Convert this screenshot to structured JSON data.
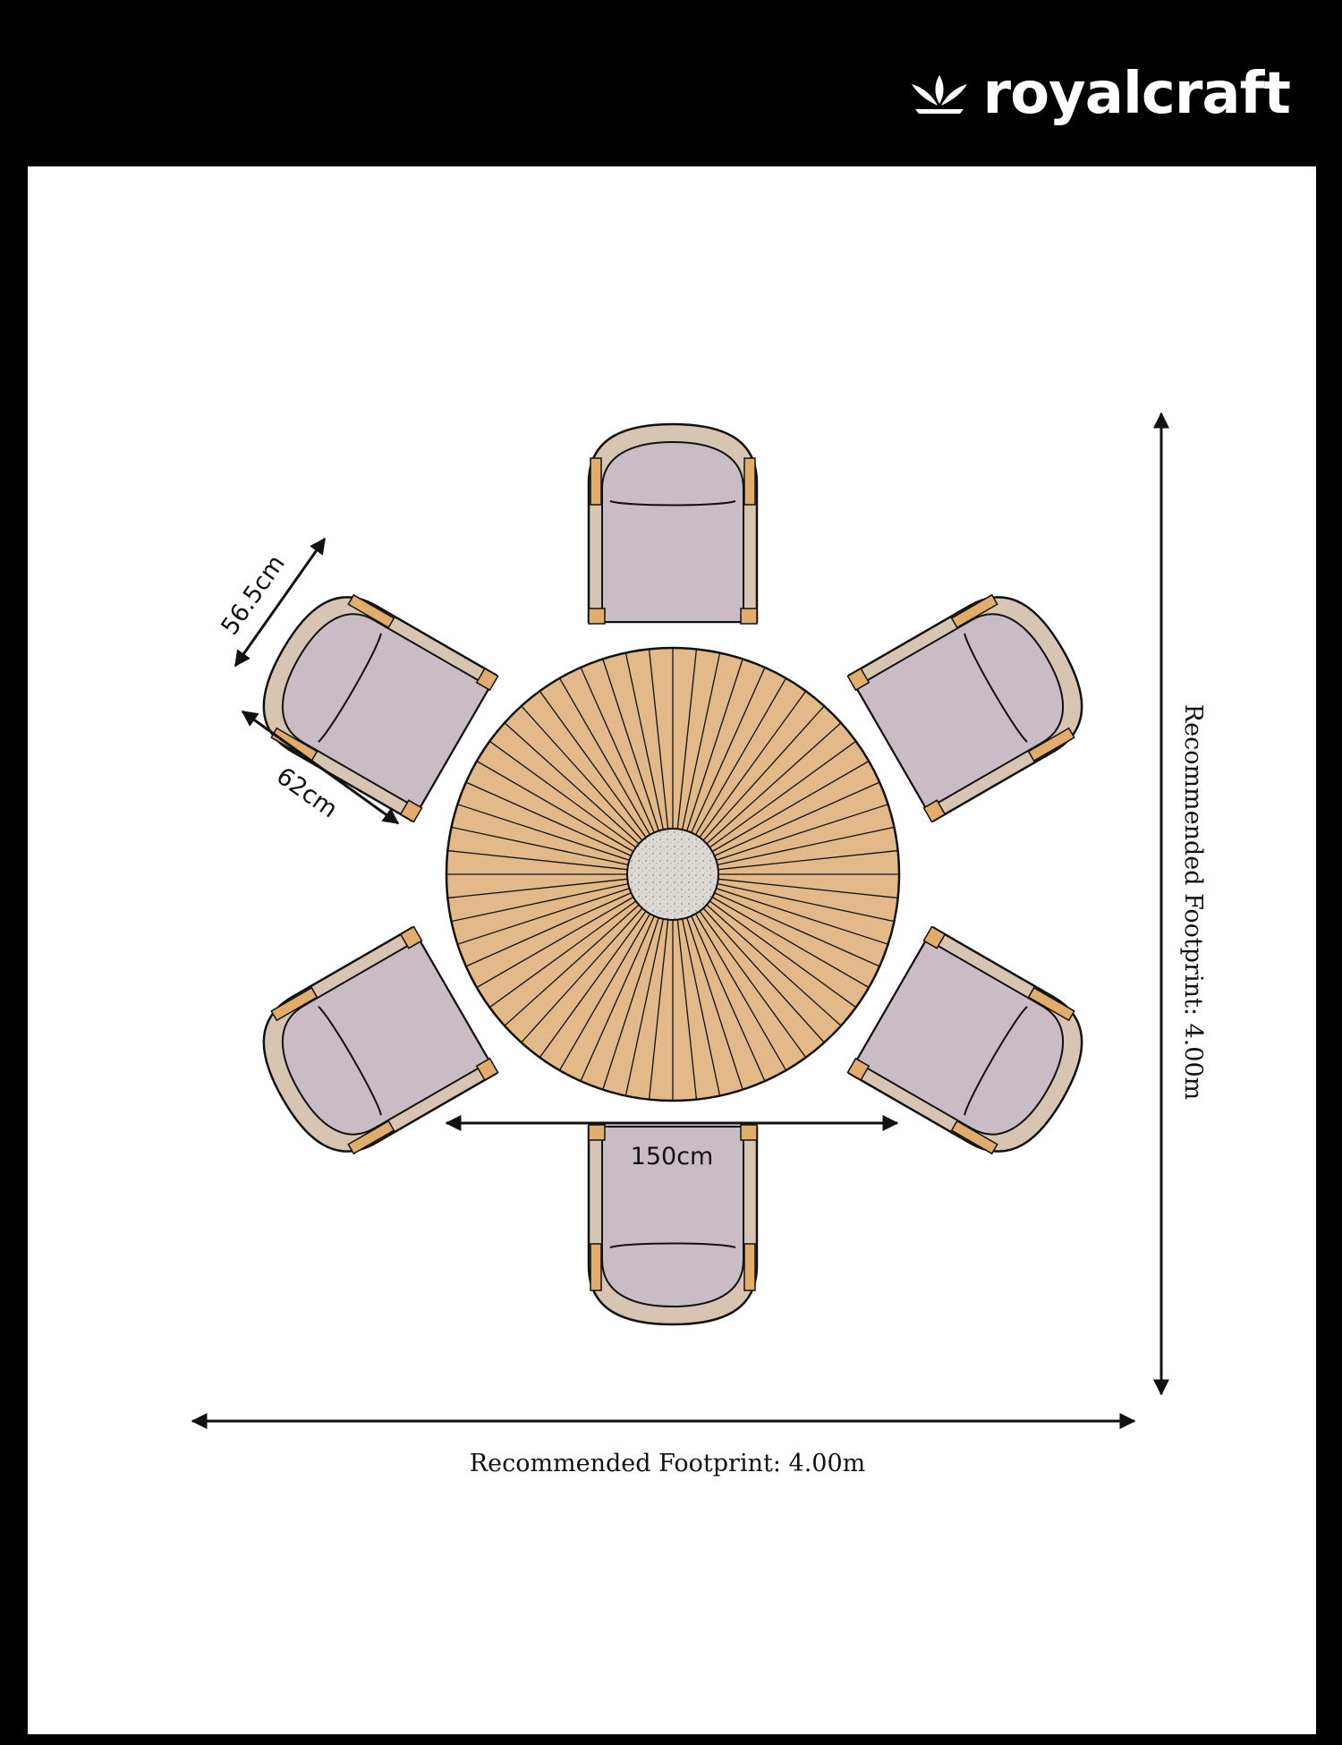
{
  "brand": {
    "name": "royalcraft",
    "icon": "crown-leaf-icon"
  },
  "colors": {
    "frame": "#000000",
    "panel": "#ffffff",
    "table_wood": "#e3b98a",
    "table_center": "#d9d6d2",
    "chair_frame": "#d8c4b3",
    "chair_cushion": "#c9bcc4",
    "chair_wood": "#e2ad6c",
    "line": "#111111"
  },
  "dimensions": {
    "chair_depth": "56.5cm",
    "chair_width": "62cm",
    "table_diameter": "150cm",
    "footprint_horizontal": "Recommended Footprint: 4.00m",
    "footprint_vertical": "Recommended Footprint: 4.00m"
  },
  "table": {
    "slat_count": 60
  },
  "chairs": [
    {
      "name": "top",
      "angle": 0
    },
    {
      "name": "top-right",
      "angle": 60
    },
    {
      "name": "bottom-right",
      "angle": 120
    },
    {
      "name": "bottom",
      "angle": 180
    },
    {
      "name": "bottom-left",
      "angle": 240
    },
    {
      "name": "top-left",
      "angle": 300
    }
  ]
}
